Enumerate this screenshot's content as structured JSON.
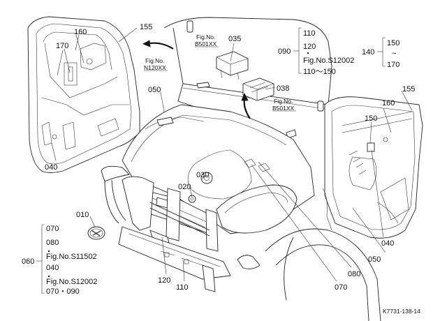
{
  "callouts": {
    "c160_tl": "160",
    "c155_tl": "155",
    "c170_l": "170",
    "c050_l": "050",
    "c040_l": "040",
    "c035": "035",
    "c038": "038",
    "c030": "030",
    "c020": "020",
    "c010": "010",
    "c160_r": "160",
    "c155_r": "155",
    "c150_r": "150",
    "c040_r": "040",
    "c050_b": "050",
    "c080_b": "080",
    "c070_b": "070",
    "c120_b": "120",
    "c110_b": "110"
  },
  "fig_refs": {
    "n120": {
      "top": "Fig.No.",
      "bottom": "N120XX"
    },
    "b501a": {
      "top": "Fig.No.",
      "bottom": "B501XX"
    },
    "b501b": {
      "top": "Fig.No.",
      "bottom": "B501XX"
    }
  },
  "group_090": {
    "id": "090",
    "lines": [
      "110",
      "120",
      "Fig.No.S12002",
      "110〜150"
    ]
  },
  "group_140": {
    "id": "140",
    "lines": [
      "150",
      "~",
      "170"
    ]
  },
  "group_060": {
    "id": "060",
    "lines": [
      "070",
      "080",
      "Fig.No.S11502",
      "040",
      "Fig.No.S12002",
      "070・090"
    ]
  },
  "footer_code": "K7731-138-14"
}
